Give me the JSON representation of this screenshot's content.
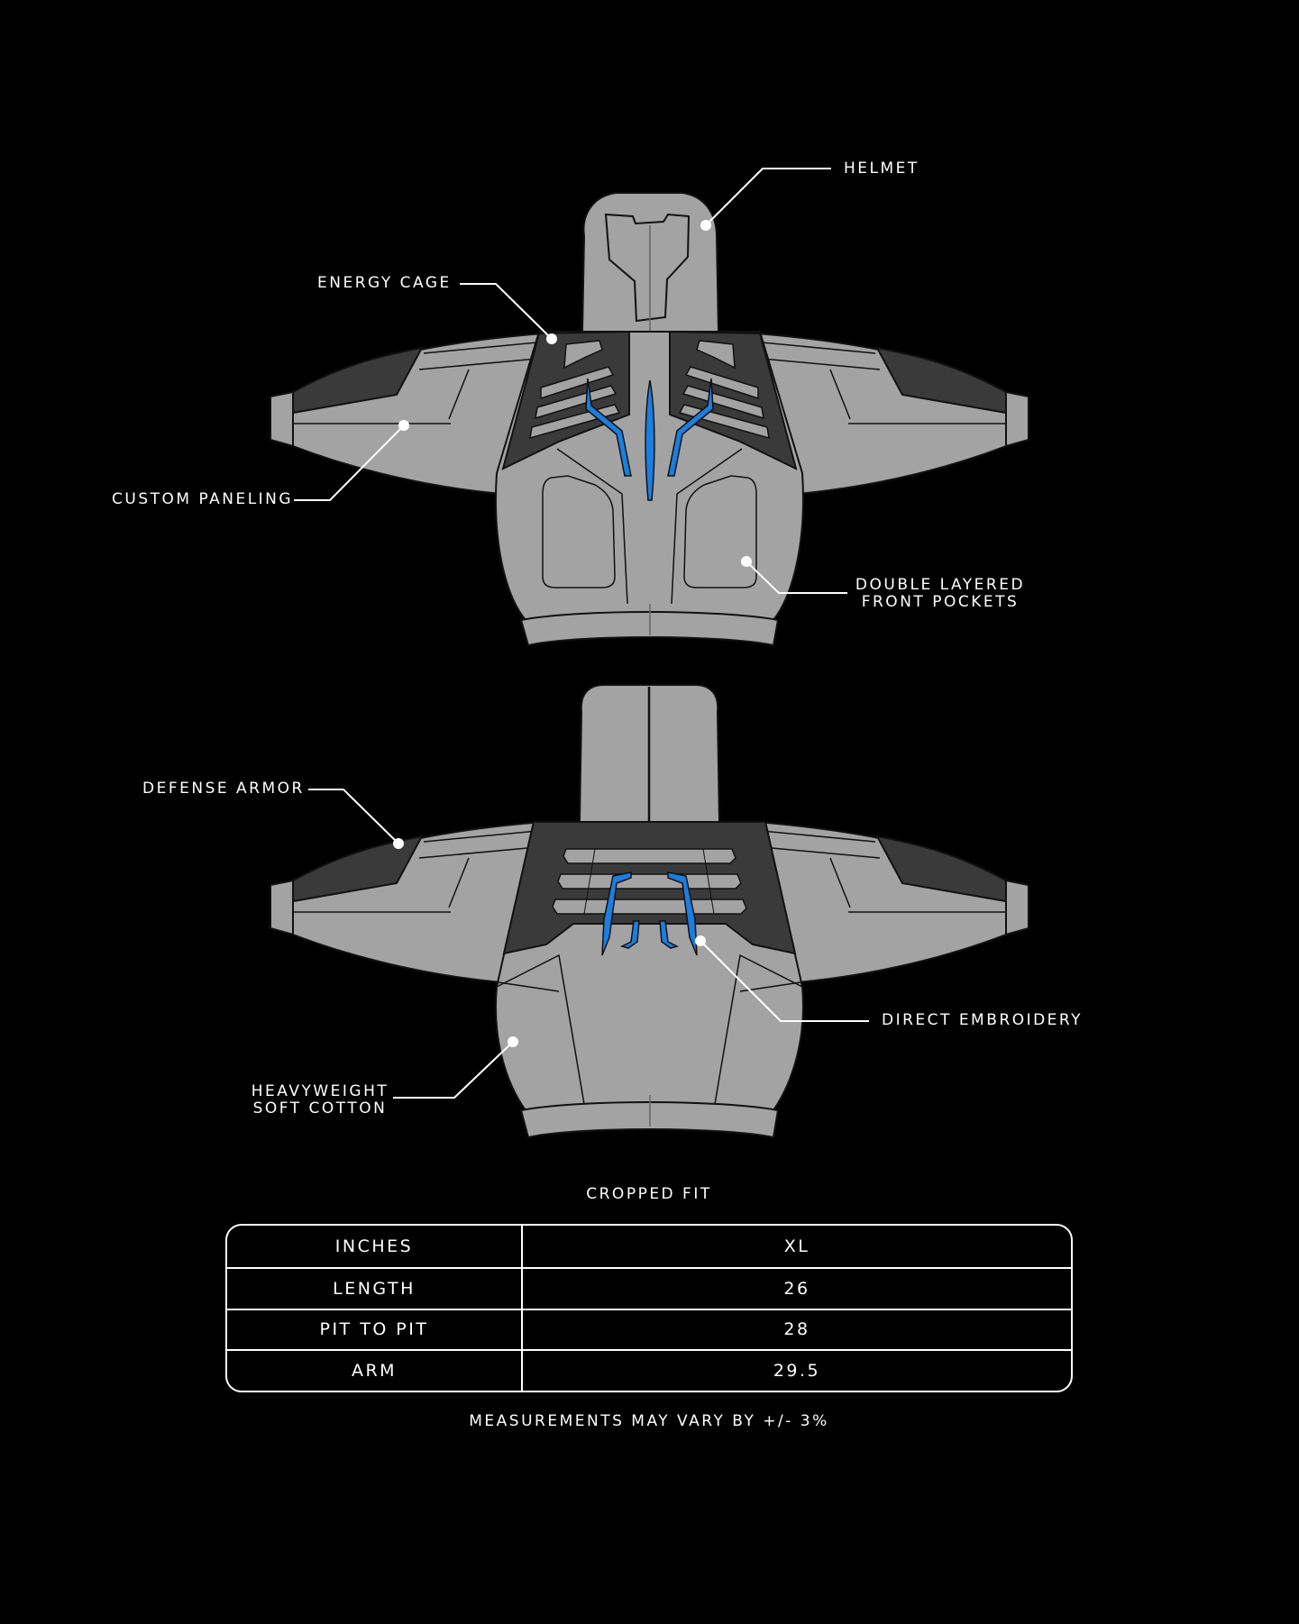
{
  "callouts": {
    "helmet": "HELMET",
    "energy_cage": "ENERGY CAGE",
    "custom_paneling": "CUSTOM PANELING",
    "double_layered_1": "DOUBLE LAYERED",
    "double_layered_2": "FRONT POCKETS",
    "defense_armor": "DEFENSE ARMOR",
    "direct_embroidery": "DIRECT EMBROIDERY",
    "heavyweight_1": "HEAVYWEIGHT",
    "heavyweight_2": "SOFT COTTON"
  },
  "fit_title": "CROPPED FIT",
  "size_table": {
    "header": [
      "INCHES",
      "XL"
    ],
    "rows": [
      {
        "label": "LENGTH",
        "value": "26"
      },
      {
        "label": "PIT TO PIT",
        "value": "28"
      },
      {
        "label": "ARM",
        "value": "29.5"
      }
    ]
  },
  "footnote": "MEASUREMENTS MAY VARY BY +/- 3%",
  "colors": {
    "background": "#000000",
    "fabric": "#a3a3a3",
    "armor": "#3a3a3a",
    "embroidery": "#1a7fe0",
    "outline": "#111111",
    "callout_line": "#ffffff"
  }
}
